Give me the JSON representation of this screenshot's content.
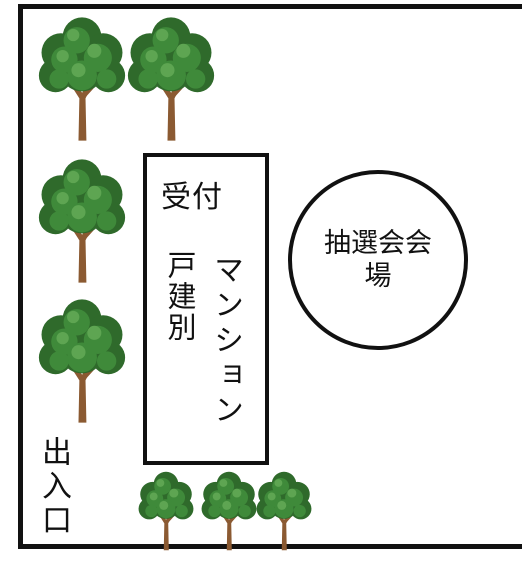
{
  "labels": {
    "reception": "受付",
    "detached_house": "戸建別",
    "mansion": "マンション",
    "lottery_venue": "抽選会会場",
    "entrance": "出入口"
  },
  "colors": {
    "line": "#111111",
    "tree_dark": "#2f6a2b",
    "tree_mid": "#3f8a3a",
    "tree_light": "#5ea552",
    "trunk": "#8b5a32"
  },
  "icons": [
    "tree-icon"
  ]
}
